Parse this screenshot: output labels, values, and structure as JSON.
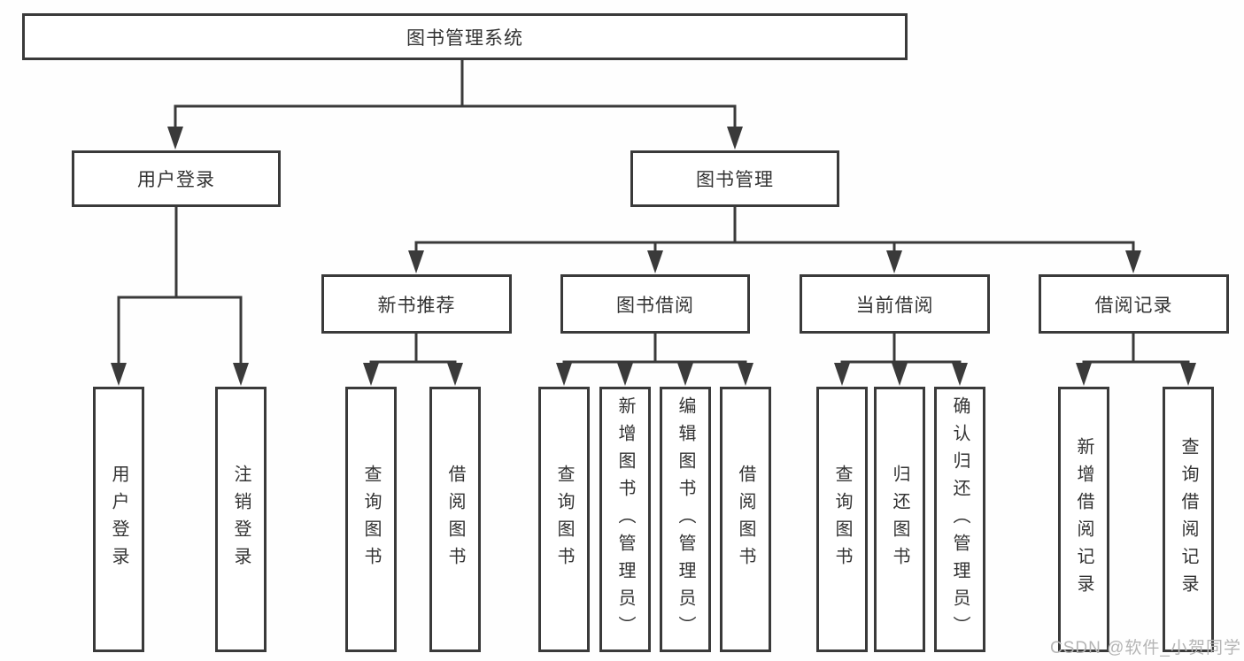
{
  "diagram": {
    "root": {
      "label": "图书管理系统"
    },
    "level2": [
      {
        "label": "用户登录"
      },
      {
        "label": "图书管理"
      }
    ],
    "level3": [
      {
        "label": "新书推荐"
      },
      {
        "label": "图书借阅"
      },
      {
        "label": "当前借阅"
      },
      {
        "label": "借阅记录"
      }
    ],
    "leaves": {
      "user_login": [
        {
          "label": "用户登录"
        },
        {
          "label": "注销登录"
        }
      ],
      "new_book": [
        {
          "label": "查询图书"
        },
        {
          "label": "借阅图书"
        }
      ],
      "book_borrow": [
        {
          "label": "查询图书"
        },
        {
          "label": "新增图书（管理员）"
        },
        {
          "label": "编辑图书（管理员）"
        },
        {
          "label": "借阅图书"
        }
      ],
      "current_borrow": [
        {
          "label": "查询图书"
        },
        {
          "label": "归还图书"
        },
        {
          "label": "确认归还（管理员）"
        }
      ],
      "borrow_records": [
        {
          "label": "新增借阅记录"
        },
        {
          "label": "查询借阅记录"
        }
      ]
    }
  },
  "watermark": {
    "text": "CSDN @软件_小贺同学"
  },
  "colors": {
    "line": "#3a3a3a",
    "text": "#333333",
    "watermark": "#b5b5b5",
    "background": "#fefefe"
  }
}
